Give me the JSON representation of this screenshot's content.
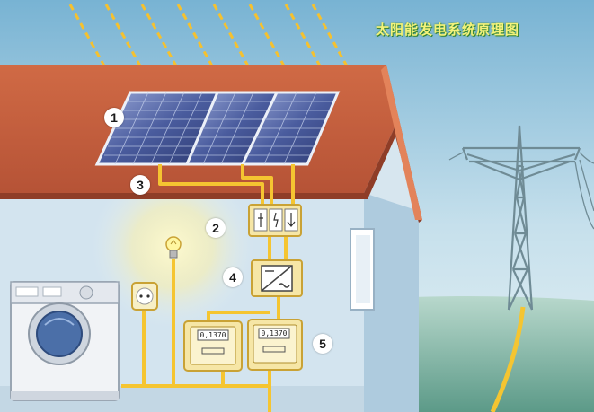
{
  "title": "太阳能发电系统原理图",
  "callouts": [
    {
      "id": "1",
      "label": "1"
    },
    {
      "id": "2",
      "label": "2"
    },
    {
      "id": "3",
      "label": "3"
    },
    {
      "id": "4",
      "label": "4"
    },
    {
      "id": "5",
      "label": "5"
    }
  ],
  "meters": [
    {
      "reading": "0,1370"
    },
    {
      "reading": "0,1370"
    }
  ],
  "colors": {
    "roof": "#c05a3b",
    "wire": "#f5c531",
    "panel": "#3a4d8a",
    "wall": "#cfe2f0",
    "sky": "#9ec6dc",
    "title": "#f4f27a"
  }
}
